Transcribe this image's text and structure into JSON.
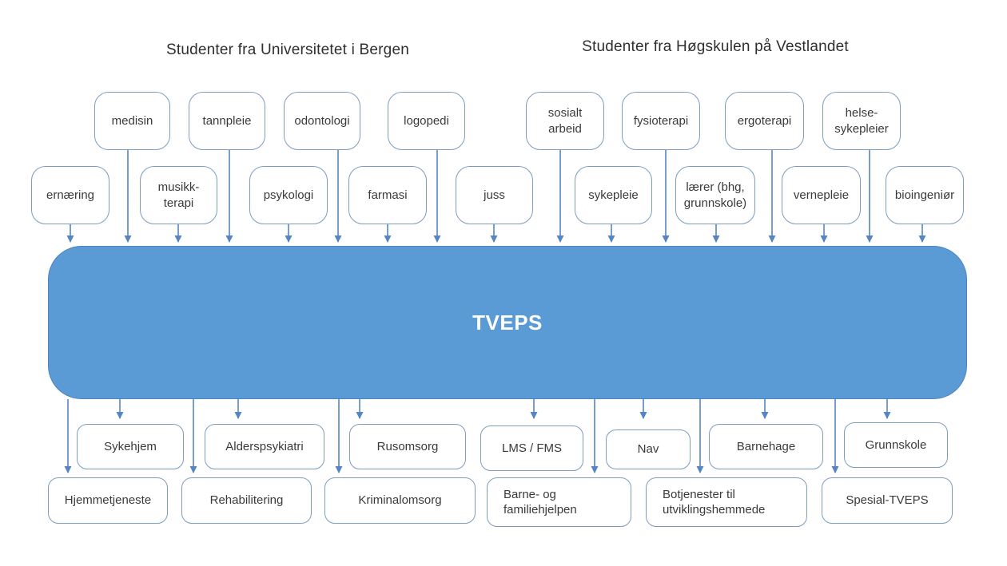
{
  "headers": {
    "left": "Studenter fra Universitetet i Bergen",
    "right": "Studenter fra Høgskulen på Vestlandet"
  },
  "center": {
    "label": "TVEPS"
  },
  "top_row1": [
    "medisin",
    "tannpleie",
    "odontologi",
    "logopedi",
    "sosialt\narbeid",
    "fysioterapi",
    "ergoterapi",
    "helse-\nsykepleier"
  ],
  "top_row2": [
    "ernæring",
    "musikk-\nterapi",
    "psykologi",
    "farmasi",
    "juss",
    "sykepleie",
    "lærer (bhg,\ngrunnskole)",
    "vernepleie",
    "bioingeniør"
  ],
  "bottom_row1": [
    "Sykehjem",
    "Alderspsykiatri",
    "Rusomsorg",
    "LMS / FMS",
    "Nav",
    "Barnehage",
    "Grunnskole"
  ],
  "bottom_row2": [
    "Hjemmetjeneste",
    "Rehabilitering",
    "Kriminalomsorg",
    "Barne- og\nfamiliehjelpen",
    "Botjenester til\nutviklingshemmede",
    "Spesial-TVEPS"
  ],
  "colors": {
    "center_fill": "#5b9bd5",
    "center_border": "#4d83c0",
    "arrow": "#5585c2",
    "node_border": "#7e9cc0",
    "text": "#3a3a3a",
    "center_text": "#ffffff"
  }
}
